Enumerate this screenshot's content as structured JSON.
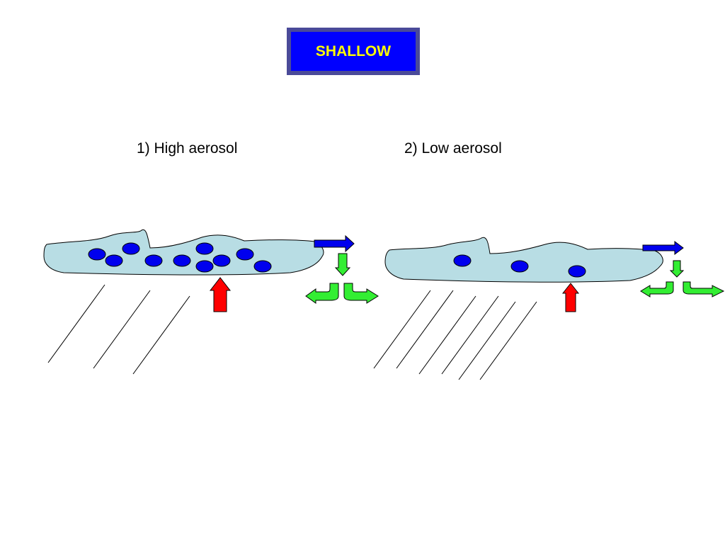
{
  "title": "SHALLOW",
  "panels": [
    {
      "label": "1) High aerosol"
    },
    {
      "label": "2) Low aerosol"
    }
  ],
  "colors": {
    "title_background": "#0000ff",
    "title_border": "#4a4a99",
    "title_text": "#ffff00",
    "cloud_fill": "#b8dde4",
    "droplet_fill": "#0000ee",
    "updraft_arrow": "#ff0000",
    "outflow_arrow": "#0000ee",
    "downdraft_arrows": "#33ee33"
  }
}
